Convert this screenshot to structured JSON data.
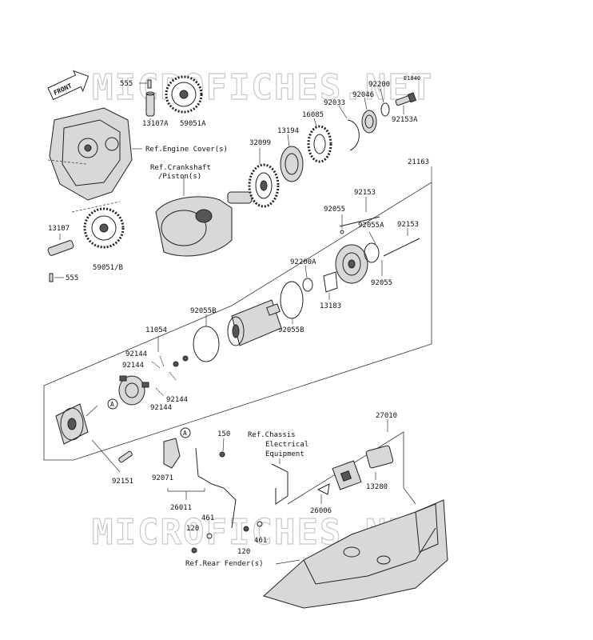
{
  "watermark": "MICROFICHES.NET",
  "fiche_code": "E1840",
  "front_arrow": "FRONT",
  "callout_marker": "A",
  "references": {
    "engine_cover": "Ref.Engine Cover(s)",
    "crankshaft_line1": "Ref.Crankshaft",
    "crankshaft_line2": "/Piston(s)",
    "chassis_line1": "Ref.Chassis",
    "chassis_line2": "Electrical",
    "chassis_line3": "Equipment",
    "rear_fender": "Ref.Rear Fender(s)"
  },
  "part_numbers": {
    "p555_top": "555",
    "p13107A": "13107A",
    "p59051A": "59051A",
    "p13107": "13107",
    "p555_bottom": "555",
    "p59051B": "59051/B",
    "p32099": "32099",
    "p13194": "13194",
    "p16085": "16085",
    "p92033": "92033",
    "p92046": "92046",
    "p92200": "92200",
    "p92153A": "92153A",
    "p21163": "21163",
    "p92153_a": "92153",
    "p92055_a": "92055",
    "p92055A": "92055A",
    "p92153_b": "92153",
    "p92200A": "92200A",
    "p92055_b": "92055",
    "p13183": "13183",
    "p92055B_a": "92055B",
    "p92055B_b": "92055B",
    "p11054": "11054",
    "p92144_a": "92144",
    "p92144_b": "92144",
    "p92144_c": "92144",
    "p92144_d": "92144",
    "p92151": "92151",
    "p92071": "92071",
    "p150": "150",
    "p26011": "26011",
    "p461_a": "461",
    "p120_a": "120",
    "p120_b": "120",
    "p461_b": "461",
    "p27010": "27010",
    "p26006": "26006",
    "p13280": "13280"
  }
}
